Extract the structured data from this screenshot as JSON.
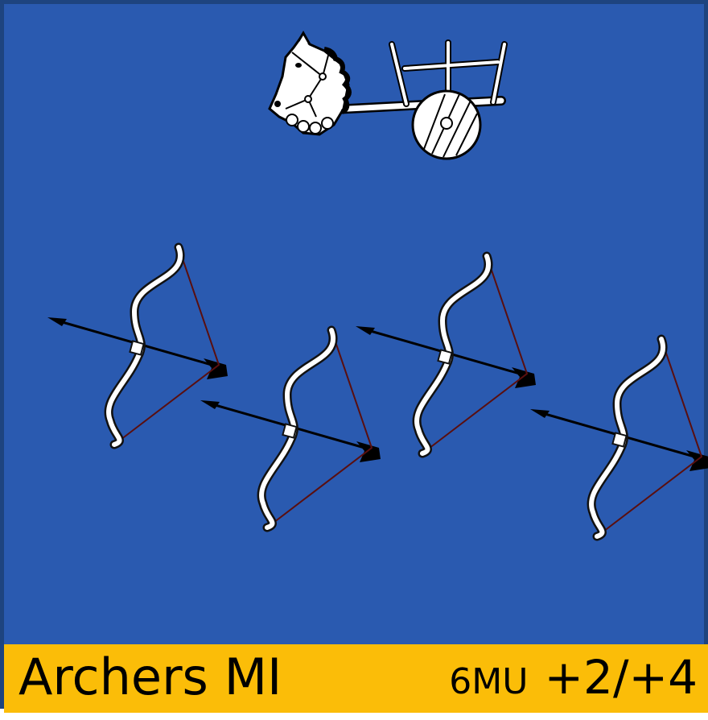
{
  "card": {
    "unit_name": "Archers MI",
    "movement": "6MU",
    "combat_factors": "+2/+4",
    "colors": {
      "background": "#2a5ab0",
      "border": "#1e447f",
      "label_bar": "#fbbd08"
    },
    "icons": [
      "chariot-icon",
      "bow-arrow-icon"
    ],
    "bow_count": 4
  }
}
